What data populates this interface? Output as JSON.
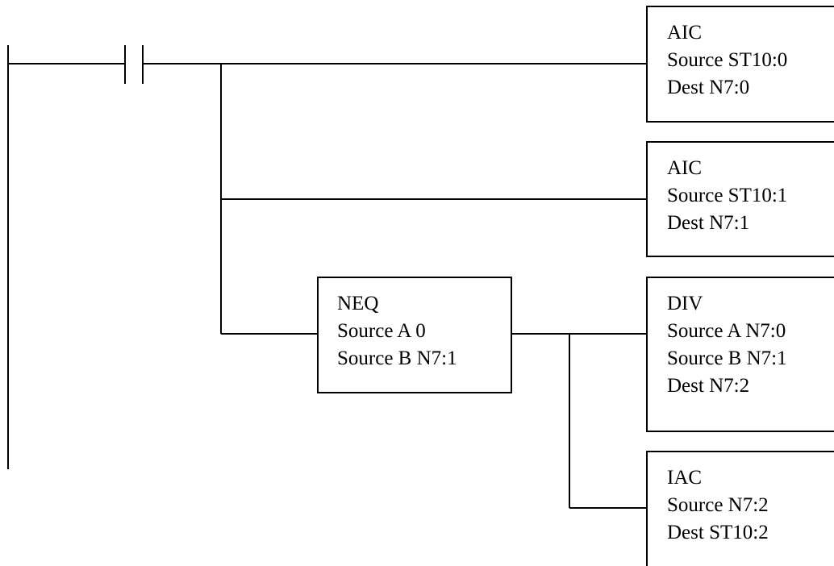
{
  "blocks": [
    {
      "id": "aic-1",
      "lines": [
        "AIC",
        "Source ST10:0",
        "Dest N7:0"
      ]
    },
    {
      "id": "aic-2",
      "lines": [
        "AIC",
        "Source ST10:1",
        "Dest N7:1"
      ]
    },
    {
      "id": "neq",
      "lines": [
        "NEQ",
        "Source A 0",
        "Source B N7:1"
      ]
    },
    {
      "id": "div",
      "lines": [
        "DIV",
        "Source A N7:0",
        "Source B N7:1",
        "Dest N7:2"
      ]
    },
    {
      "id": "iac",
      "lines": [
        "IAC",
        "Source N7:2",
        "Dest ST10:2"
      ]
    }
  ]
}
